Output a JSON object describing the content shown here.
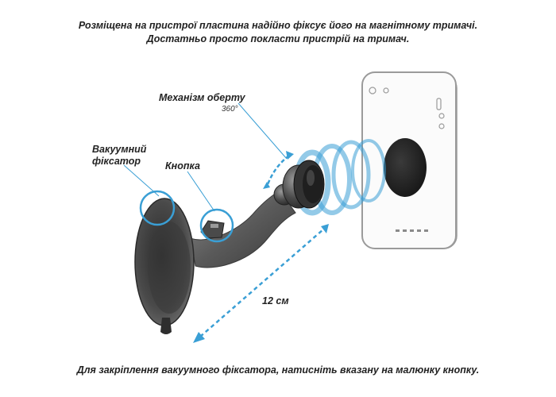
{
  "captions": {
    "top_line1": "Розміщена на пристрої  пластина надійно фіксує його на магнітному тримачі.",
    "top_line2": "Достатньо просто покласти пристрій на тримач.",
    "bottom": "Для  закріплення вакуумного фіксатора, натисніть вказану на малюнку кнопку."
  },
  "labels": {
    "rotation_mechanism": "Механізм оберту",
    "rotation_degrees": "360°",
    "vacuum_line1": "Вакуумний",
    "vacuum_line2": "фіксатор",
    "button": "Кнопка",
    "length": "12 см"
  },
  "colors": {
    "accent": "#3a9fd5",
    "holder_dark": "#3b3b3b",
    "phone_outline": "#9a9a9a"
  }
}
